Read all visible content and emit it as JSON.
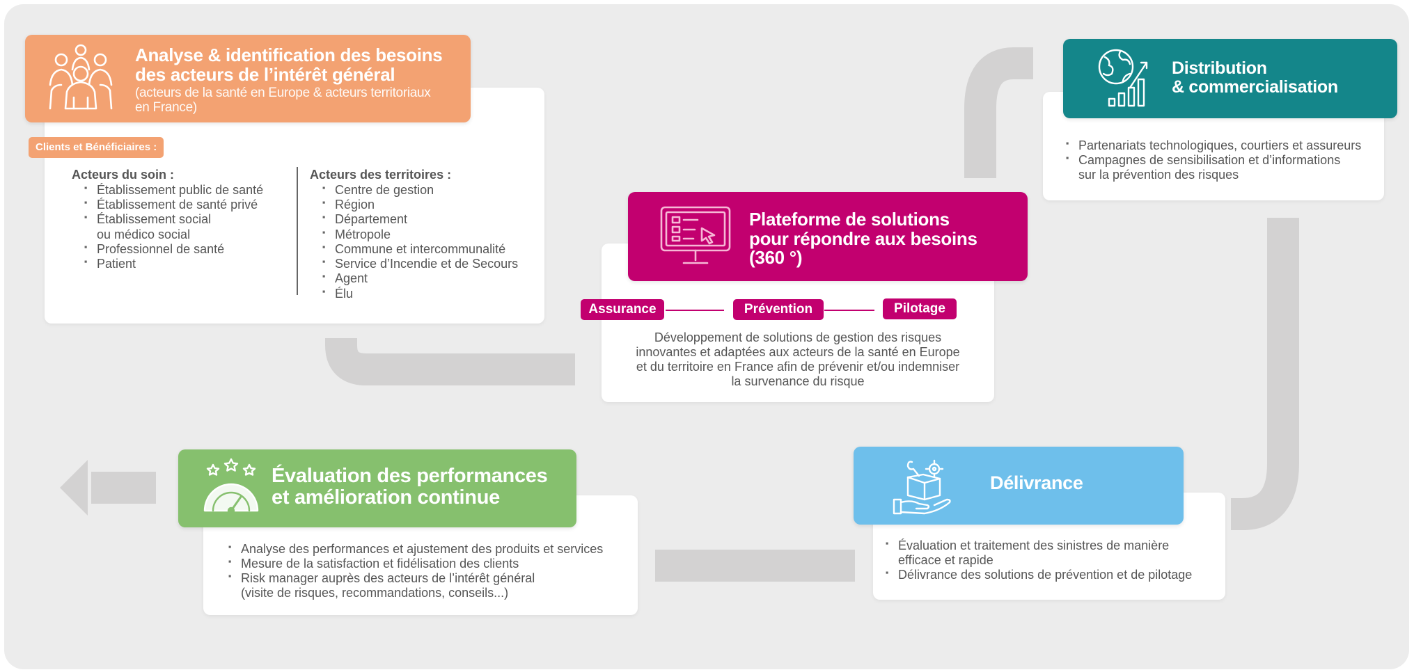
{
  "colors": {
    "orange": "#f3a272",
    "magenta": "#c2006f",
    "teal": "#14868a",
    "green": "#86c06e",
    "blue": "#6ebfeb",
    "connector": "#d3d2d2"
  },
  "analyse": {
    "title_line1": "Analyse & identification des besoins",
    "title_line2": "des acteurs de l’intérêt général",
    "subtitle_line1": "(acteurs de la santé en Europe & acteurs territoriaux",
    "subtitle_line2": "en France)",
    "icon": "people-group-icon",
    "badge": "Clients et Bénéficiaires :",
    "soin": {
      "heading": "Acteurs du soin :",
      "items": [
        "Établissement public de santé",
        "Établissement de santé privé",
        "Établissement social",
        "Professionnel de santé",
        "Patient"
      ],
      "item3_line2": "ou médico social"
    },
    "territoires": {
      "heading": "Acteurs des territoires :",
      "items": [
        "Centre de gestion",
        "Région",
        "Département",
        "Métropole",
        "Commune et intercommunalité",
        "Service d’Incendie et de Secours",
        "Agent",
        "Élu"
      ]
    }
  },
  "plateforme": {
    "title_line1": "Plateforme de solutions",
    "title_line2": "pour répondre aux besoins",
    "title_line3": "(360 °)",
    "icon": "monitor-icon",
    "pills": [
      "Assurance",
      "Prévention",
      "Pilotage"
    ],
    "desc_lines": [
      "Développement de solutions de gestion des risques",
      "innovantes et adaptées aux acteurs de la santé en Europe",
      "et du territoire en France afin de prévenir et/ou indemniser",
      "la survenance du risque"
    ]
  },
  "distribution": {
    "title_line1": "Distribution",
    "title_line2": "& commercialisation",
    "icon": "globe-growth-icon",
    "items": [
      "Partenariats technologiques, courtiers et assureurs",
      "Campagnes de sensibilisation et d’informations"
    ],
    "item2_line2": "sur la prévention des risques"
  },
  "delivrance": {
    "title": "Délivrance",
    "icon": "box-hand-icon",
    "items": [
      "Évaluation et traitement des sinistres de manière",
      "Délivrance des solutions de prévention et de pilotage"
    ],
    "item1_line2": "efficace et rapide"
  },
  "evaluation": {
    "title_line1": "Évaluation des performances",
    "title_line2": "et amélioration continue",
    "icon": "gauge-stars-icon",
    "items": [
      "Analyse des performances et ajustement des produits et services",
      "Mesure de la satisfaction et fidélisation des clients",
      "Risk manager auprès des acteurs de l’intérêt général"
    ],
    "item3_line2": "(visite de risques, recommandations, conseils...)"
  }
}
